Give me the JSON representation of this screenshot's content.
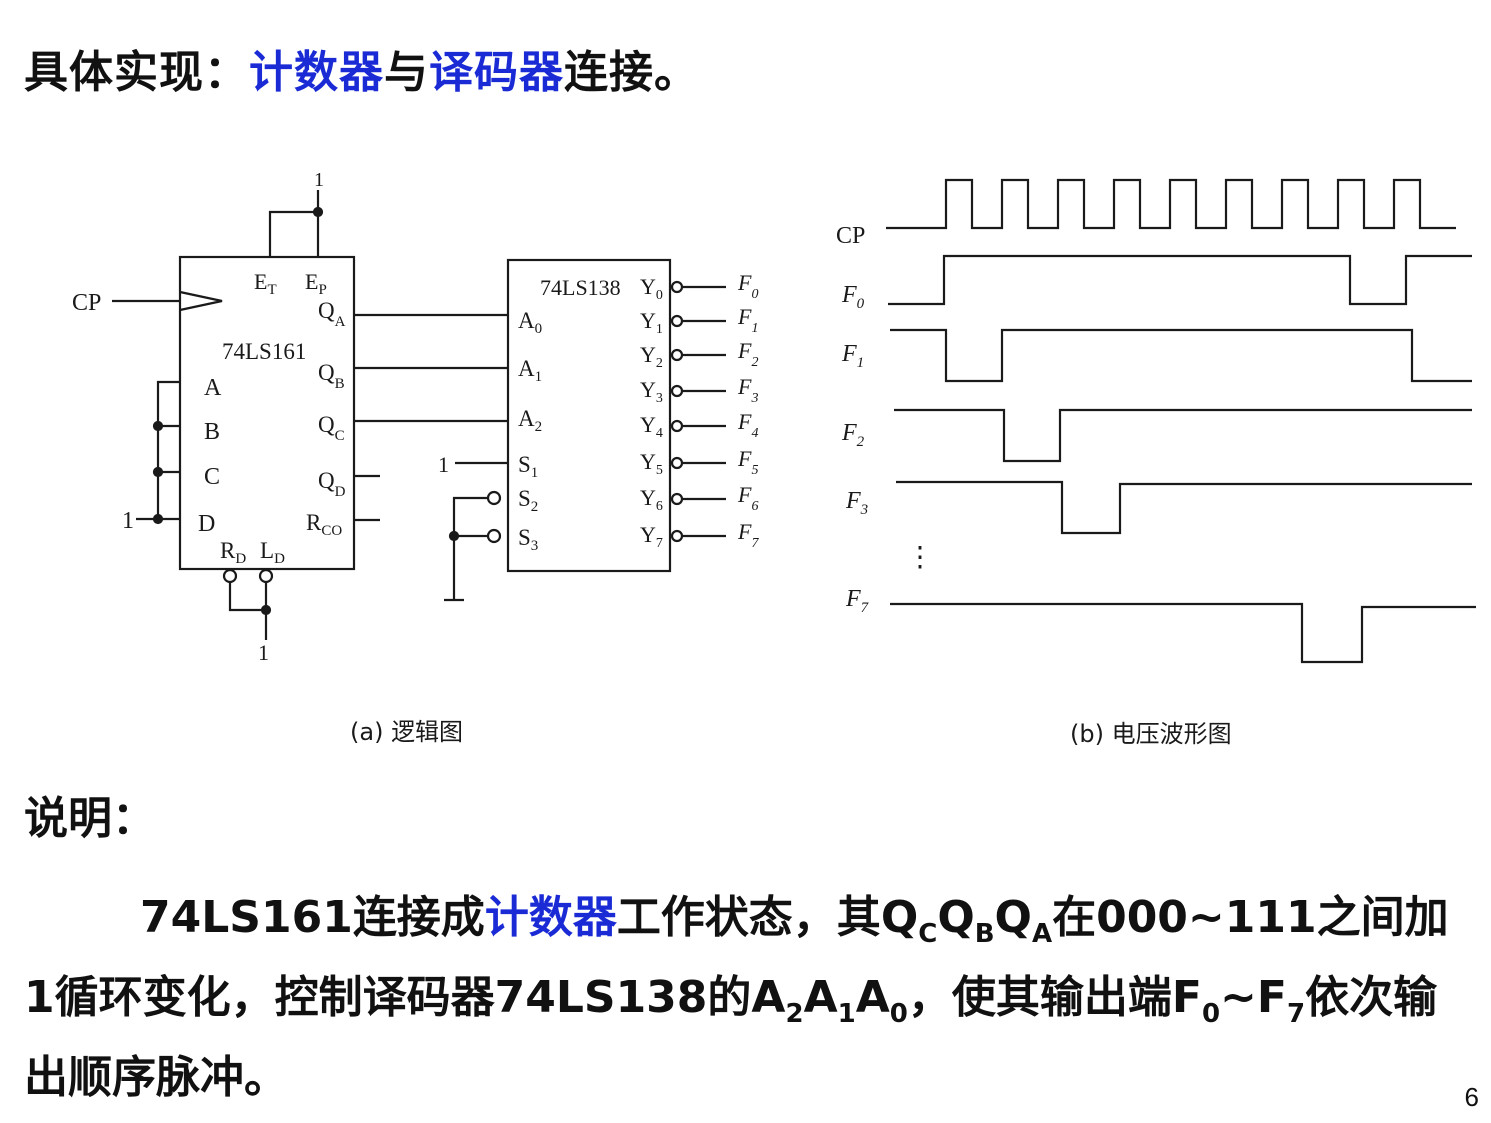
{
  "title": {
    "prefix": "具体实现：",
    "counter": "计数器",
    "mid": "与",
    "decoder": "译码器",
    "suffix": "连接。"
  },
  "logic": {
    "caption": "(a) 逻辑图",
    "counter_chip": "74LS161",
    "decoder_chip": "74LS138",
    "cp": "CP",
    "one": "1",
    "pins_left": [
      "A",
      "B",
      "C",
      "D"
    ],
    "pins_q": [
      "Q",
      "Q",
      "Q",
      "Q"
    ],
    "pins_q_sub": [
      "A",
      "B",
      "C",
      "D"
    ],
    "et": "E",
    "et_sub": "T",
    "ep": "E",
    "ep_sub": "P",
    "rco": "R",
    "rco_sub": "CO",
    "rd": "R",
    "rd_sub": "D",
    "ld": "L",
    "ld_sub": "D",
    "dec_in": [
      "A",
      "A",
      "A",
      "S",
      "S",
      "S"
    ],
    "dec_in_sub": [
      "0",
      "1",
      "2",
      "1",
      "2",
      "3"
    ],
    "dec_out_sub": [
      "0",
      "1",
      "2",
      "3",
      "4",
      "5",
      "6",
      "7"
    ]
  },
  "waveform": {
    "caption": "(b) 电压波形图",
    "signals": [
      "CP",
      "F",
      "F",
      "F",
      "F",
      "F"
    ],
    "signals_sub": [
      "",
      "0",
      "1",
      "2",
      "3",
      "7"
    ],
    "ellipsis": "⋮"
  },
  "description": {
    "heading": "说明：",
    "chip1": "74LS161",
    "t1": "连接成",
    "counter": "计数器",
    "t2": "工作状态，其",
    "q": "Q",
    "qc": "C",
    "qb": "B",
    "qa": "A",
    "t3": "在000~111之间加1循环变化，控制译码器74LS138的",
    "a": "A",
    "a2": "2",
    "a1": "1",
    "a0": "0",
    "t4": "，使其输出端",
    "f": "F",
    "f0": "0",
    "tilde": "~",
    "f7": "7",
    "t5": "依次输出顺序脉冲。"
  },
  "page_number": "6",
  "colors": {
    "accent": "#1a2bd6",
    "text": "#111111"
  }
}
